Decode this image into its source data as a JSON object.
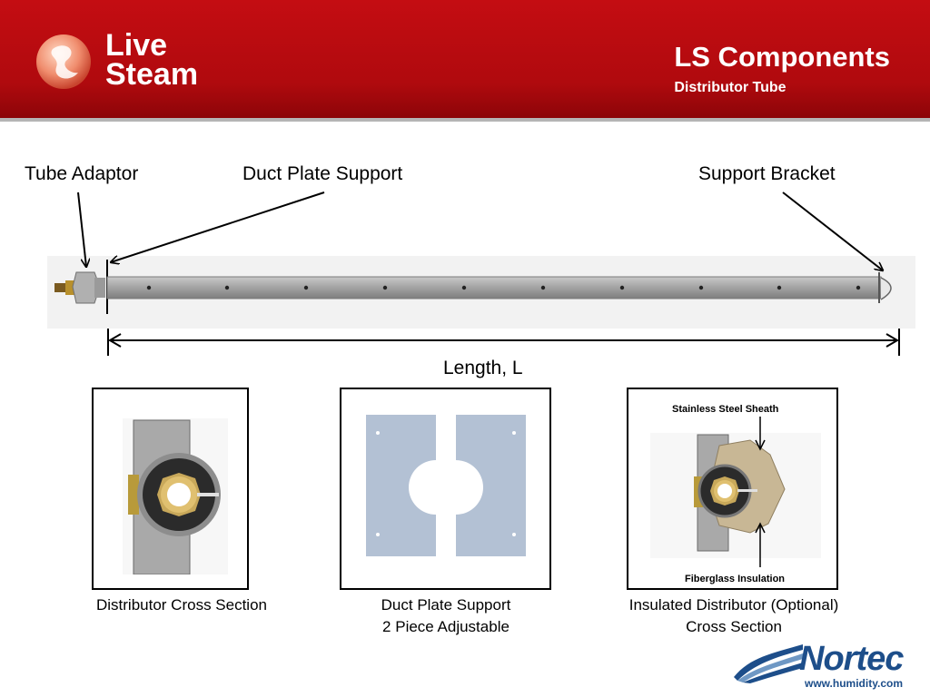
{
  "header": {
    "brand_line1": "Live",
    "brand_line2": "Steam",
    "title": "LS Components",
    "subtitle": "Distributor Tube"
  },
  "diagram": {
    "labels": {
      "tube_adaptor": "Tube Adaptor",
      "duct_plate_support": "Duct Plate Support",
      "support_bracket": "Support Bracket",
      "length": "Length, L"
    },
    "callouts": {
      "stainless_sheath": "Stainless Steel Sheath",
      "fiberglass": "Fiberglass Insulation"
    }
  },
  "captions": {
    "cross_section": "Distributor Cross Section",
    "duct_plate_line1": "Duct Plate Support",
    "duct_plate_line2": "2 Piece Adjustable",
    "insulated_line1": "Insulated Distributor (Optional)",
    "insulated_line2": "Cross Section"
  },
  "footer": {
    "company": "Nortec",
    "website": "www.humidity.com"
  },
  "colors": {
    "header_red": "#c40d12",
    "tube_gray": "#9d9d9d",
    "plate_blue": "#b0bfd2",
    "insulation_tan": "#c9b99a",
    "nortec_blue": "#1d4e8a"
  }
}
